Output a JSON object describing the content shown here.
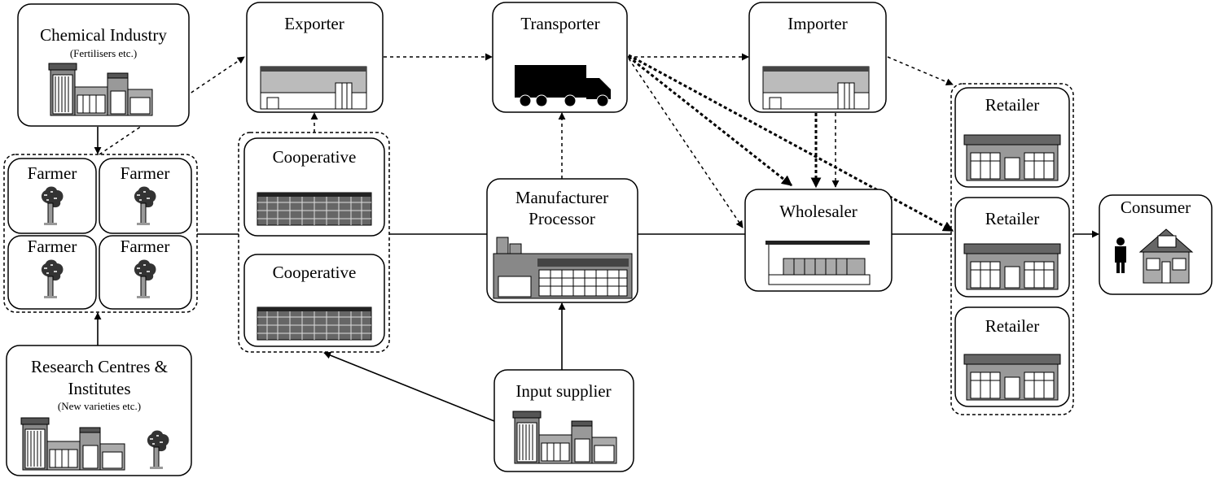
{
  "nodes": {
    "chemical_industry": {
      "title": "Chemical Industry",
      "subtitle": "(Fertilisers etc.)"
    },
    "farmer": "Farmer",
    "research": {
      "title_line1": "Research Centres &",
      "title_line2": "Institutes",
      "subtitle": "(New varieties etc.)"
    },
    "exporter": "Exporter",
    "cooperative": "Cooperative",
    "transporter": "Transporter",
    "manufacturer": {
      "line1": "Manufacturer",
      "line2": "Processor"
    },
    "input_supplier": "Input supplier",
    "importer": "Importer",
    "wholesaler": "Wholesaler",
    "retailer": "Retailer",
    "consumer": "Consumer"
  },
  "icons": [
    "factory-icon",
    "tree-icon",
    "warehouse-icon",
    "truck-icon",
    "store-icon",
    "person-icon",
    "house-icon"
  ]
}
